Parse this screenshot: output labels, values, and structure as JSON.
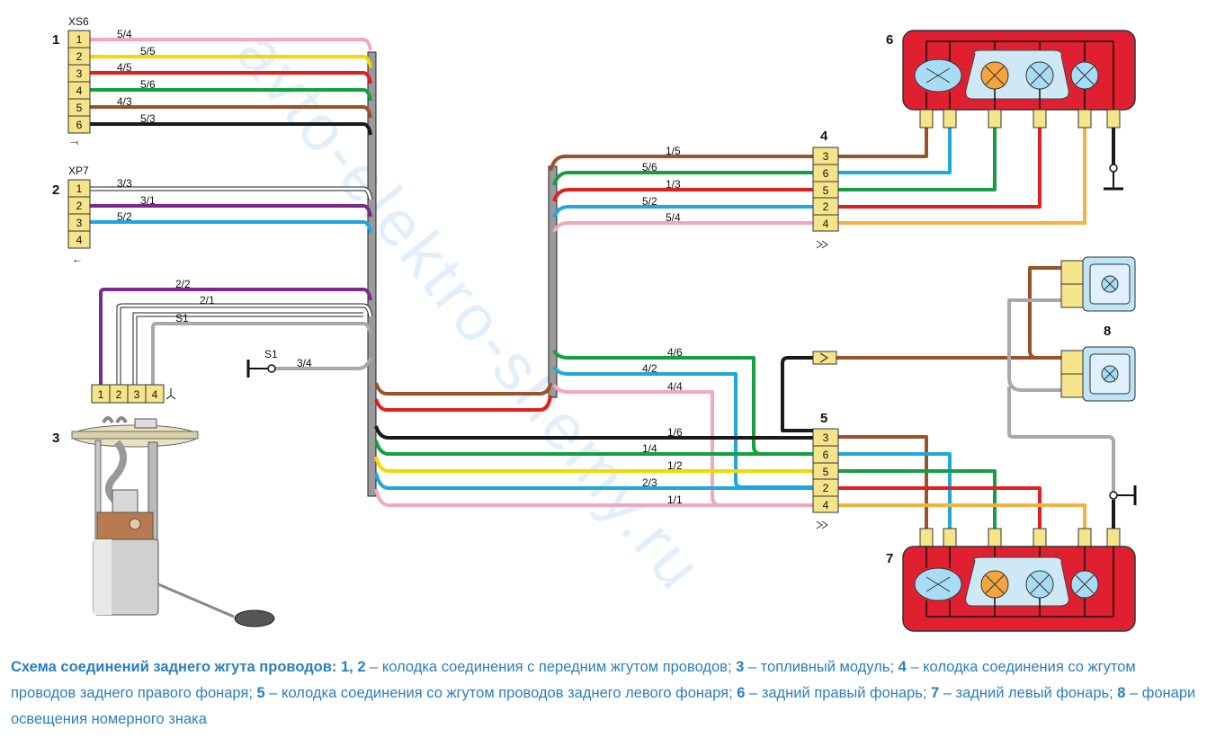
{
  "watermark": "avto-elektro-shemy.ru",
  "components": {
    "c1": {
      "number": "1",
      "connector": "XS6",
      "pins": [
        "1",
        "2",
        "3",
        "4",
        "5",
        "6"
      ],
      "symbol": "⤙"
    },
    "c2": {
      "number": "2",
      "connector": "XP7",
      "pins": [
        "1",
        "2",
        "3",
        "4"
      ],
      "symbol": "←"
    },
    "c3": {
      "number": "3",
      "pins": [
        "1",
        "2",
        "3",
        "4"
      ]
    },
    "c4": {
      "number": "4",
      "pins": [
        "3",
        "6",
        "5",
        "2",
        "4"
      ]
    },
    "c5": {
      "number": "5",
      "pins": [
        "3",
        "6",
        "5",
        "2",
        "4"
      ]
    },
    "c6": {
      "number": "6"
    },
    "c7": {
      "number": "7"
    },
    "c8": {
      "number": "8"
    },
    "ground": "S1"
  },
  "wires": {
    "xs6": [
      "5/4",
      "5/5",
      "4/5",
      "5/6",
      "4/3",
      "5/3"
    ],
    "xp7": [
      "3/3",
      "3/1",
      "5/2"
    ],
    "fuel": [
      "2/2",
      "2/1",
      "S1"
    ],
    "ground": "3/4",
    "right_lamp": [
      "1/5",
      "5/6",
      "1/3",
      "5/2",
      "5/4"
    ],
    "left_lamp": [
      "4/6",
      "4/2",
      "4/4",
      "1/6",
      "1/4",
      "1/2",
      "2/3",
      "1/1"
    ]
  },
  "wire_colors": {
    "pink": "#f0a8c0",
    "yellow": "#f5d800",
    "red": "#e02020",
    "green": "#14a040",
    "brown": "#9a5228",
    "black": "#1a1a1a",
    "white": "#ffffff",
    "violet": "#7a2a8a",
    "blue": "#1ea8e0",
    "gray": "#a8a8a8",
    "orange": "#f5b040"
  },
  "caption": {
    "title": "Схема соединений заднего жгута проводов:",
    "n12": "1, 2",
    "t12": " – колодка соединения с передним жгутом проводов; ",
    "n3": "3",
    "t3": " – топливный модуль; ",
    "n4": "4",
    "t4": " – колодка соединения со жгутом проводов заднего правого фонаря; ",
    "n5": "5",
    "t5": " – колодка соединения со жгутом проводов заднего левого фонаря; ",
    "n6": "6",
    "t6": " – задний правый фонарь; ",
    "n7": "7",
    "t7": " – задний левый фонарь; ",
    "n8": "8",
    "t8": " – фонари освещения номерного знака"
  }
}
